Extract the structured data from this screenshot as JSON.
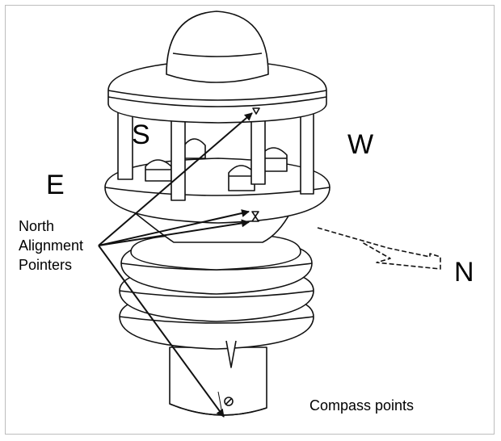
{
  "directions": {
    "south": "S",
    "west": "W",
    "east": "E",
    "north": "N"
  },
  "callout": {
    "line1": "North",
    "line2": "Alignment",
    "line3": "Pointers"
  },
  "caption": "Compass points",
  "colors": {
    "stroke": "#111111",
    "frame": "#bdbdbd",
    "fill": "#ffffff"
  }
}
